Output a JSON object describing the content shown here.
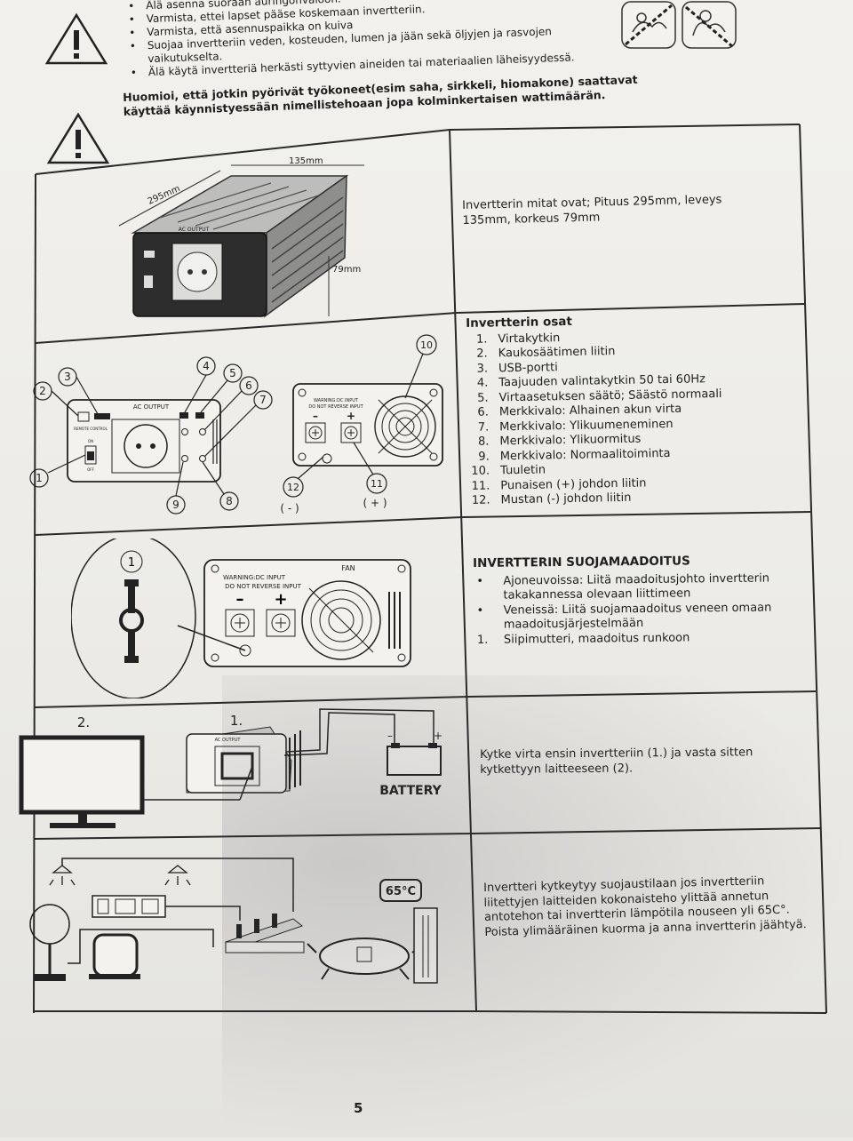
{
  "warnings": {
    "bullets": [
      "Älä asenna suoraan auringonvaloon.",
      "Varmista, ettei lapset pääse koskemaan invertteriin.",
      "Varmista, että asennuspaikka on kuiva",
      "Suojaa invertteriin veden, kosteuden, lumen ja jään sekä öljyjen ja rasvojen vaikutukselta.",
      "Älä käytä invertteriä herkästi syttyvien aineiden tai materiaalien läheisyydessä."
    ]
  },
  "note": "Huomioi, että jotkin pyörivät työkoneet(esim saha, sirkkeli, hiomakone) saattavat käyttää käynnistyessään nimellistehoaan jopa kolminkertaisen wattimäärän.",
  "row1": {
    "dims": {
      "length": "295mm",
      "width": "135mm",
      "height": "79mm"
    },
    "socket_label": "AC OUTPUT",
    "text": "Invertterin mitat ovat; Pituus 295mm, leveys 135mm, korkeus 79mm"
  },
  "row2": {
    "title": "Invertterin osat",
    "parts": [
      {
        "n": "1.",
        "label": "Virtakytkin"
      },
      {
        "n": "2.",
        "label": "Kaukosäätimen liitin"
      },
      {
        "n": "3.",
        "label": "USB-portti"
      },
      {
        "n": "4.",
        "label": "Taajuuden valintakytkin 50 tai 60Hz"
      },
      {
        "n": "5.",
        "label": "Virtaasetuksen säätö; Säästö normaali"
      },
      {
        "n": "6.",
        "label": "Merkkivalo: Alhainen akun virta"
      },
      {
        "n": "7.",
        "label": "Merkkivalo: Ylikuumeneminen"
      },
      {
        "n": "8.",
        "label": "Merkkivalo: Ylikuormitus"
      },
      {
        "n": "9.",
        "label": "Merkkivalo: Normaalitoiminta"
      },
      {
        "n": "10.",
        "label": "Tuuletin"
      },
      {
        "n": "11.",
        "label": "Punaisen (+) johdon liitin"
      },
      {
        "n": "12.",
        "label": "Mustan (-) johdon liitin"
      }
    ],
    "front_label": "AC OUTPUT",
    "remote_label": "REMOTE CONTROL",
    "on_label": "ON",
    "off_label": "OFF",
    "rear_warning_1": "WARNING:DC INPUT",
    "rear_warning_2": "DO NOT REVERSE INPUT",
    "minus_label": "( - )",
    "plus_label": "( + )"
  },
  "row3": {
    "title": "INVERTTERIN  SUOJAMAADOITUS",
    "items": [
      {
        "m": "•",
        "text": "Ajoneuvoissa: Liitä maadoitusjohto invertterin takakannessa olevaan liittimeen"
      },
      {
        "m": "•",
        "text": "Veneissä: Liitä suojamaadoitus veneen omaan maadoitusjärjestelmään"
      },
      {
        "m": "1.",
        "text": "Siipimutteri, maadoitus runkoon"
      }
    ],
    "warning_1": "WARNING:DC INPUT",
    "warning_2": "DO NOT REVERSE INPUT",
    "fan_label": "FAN"
  },
  "row4": {
    "label_2": "2.",
    "label_1": "1.",
    "socket_label": "AC OUTPUT",
    "battery_label": "BATTERY",
    "text": "Kytke virta ensin invertteriin (1.) ja vasta sitten kytkettyyn laitteeseen (2)."
  },
  "row5": {
    "temp_label": "65°C",
    "text": "Invertteri kytkeytyy suojaustilaan jos invertteriin liitettyjen laitteiden kokonaisteho ylittää annetun antotehon tai invertterin lämpötila nouseen yli 65C°. Poista ylimääräinen kuorma ja anna invertterin jäähtyä."
  },
  "page_number": "5"
}
